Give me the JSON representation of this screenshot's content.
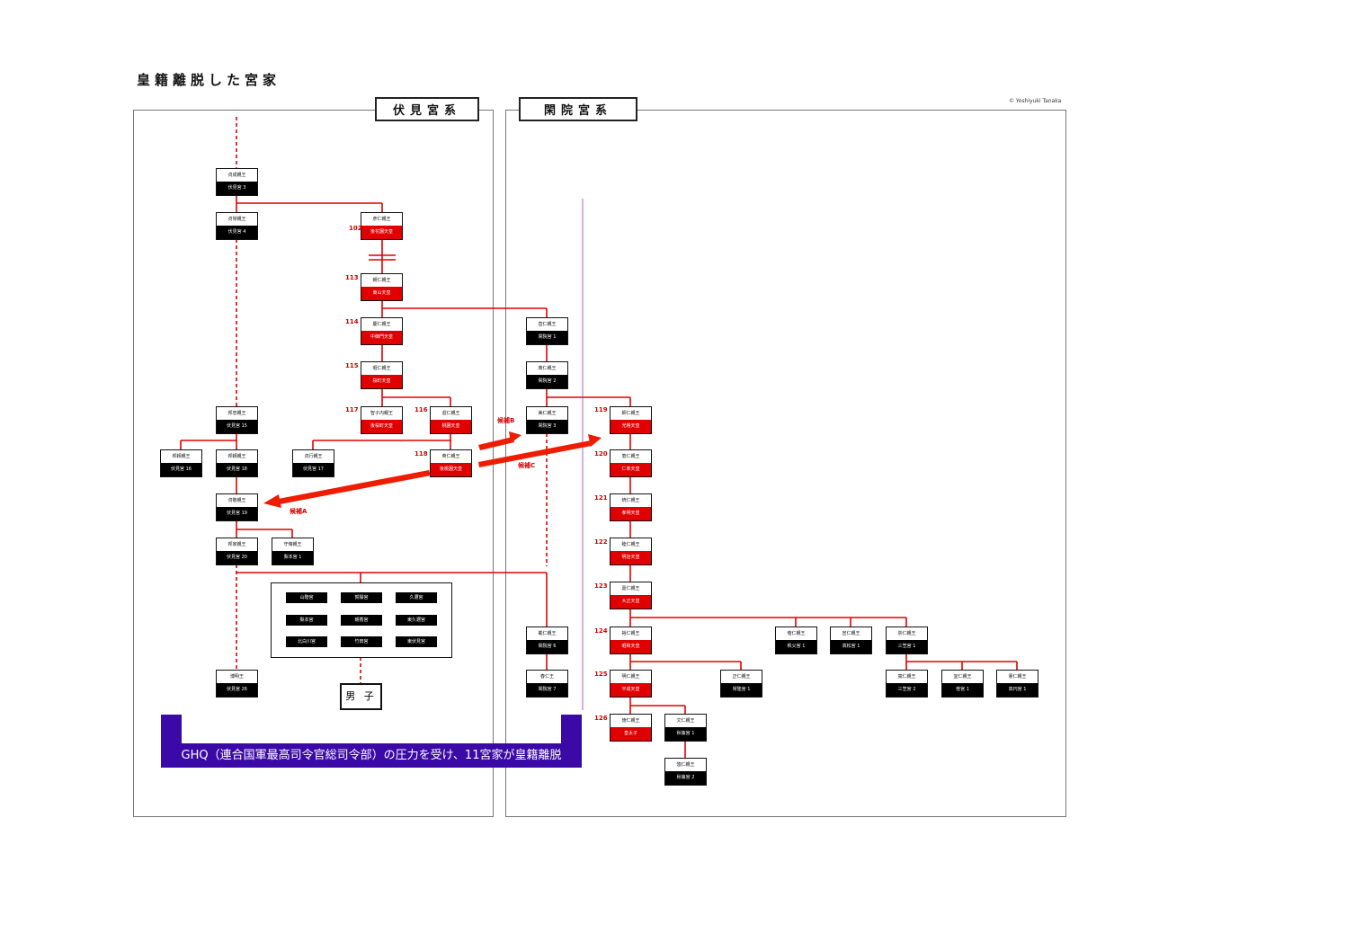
{
  "title": "皇籍離脱した宮家",
  "credit": "© Yoshiyuki Tanaka",
  "panels": {
    "fushimi": "伏見宮系",
    "kanin": "閑院宮系"
  },
  "colors": {
    "line": "#e00000",
    "house_bg": "#000000",
    "emperor_bg": "#e00000",
    "ghq": "#3b0aa6",
    "divider": "#9b3ab0"
  },
  "nodes": {
    "sadashige": {
      "name": "貞成親王",
      "house": "伏見宮 3"
    },
    "sadatsune": {
      "name": "貞常親王",
      "house": "伏見宮 4"
    },
    "hikohito": {
      "name": "彦仁親王",
      "house": "後花園天皇"
    },
    "tomohito": {
      "name": "朝仁親王",
      "house": "東山天皇"
    },
    "yasuhito": {
      "name": "慶仁親王",
      "house": "中御門天皇"
    },
    "teruhito": {
      "name": "昭仁親王",
      "house": "桜町天皇"
    },
    "toshiko": {
      "name": "智子内親王",
      "house": "後桜町天皇"
    },
    "tohito": {
      "name": "遐仁親王",
      "house": "桃園天皇"
    },
    "hidehito": {
      "name": "英仁親王",
      "house": "後桃園天皇"
    },
    "kunitada": {
      "name": "邦忠親王",
      "house": "伏見宮 15"
    },
    "sadamochi": {
      "name": "貞行親王",
      "house": "伏見宮 17"
    },
    "yorihito": {
      "name": "邦頼親王",
      "house": "伏見宮 16"
    },
    "kuniyori": {
      "name": "邦頼親王",
      "house": "伏見宮 18"
    },
    "sadayoshi": {
      "name": "貞敬親王",
      "house": "伏見宮 19"
    },
    "kuniie": {
      "name": "邦家親王",
      "house": "伏見宮 20"
    },
    "moriosa": {
      "name": "守脩親王",
      "house": "梨本宮 1"
    },
    "hiroaki": {
      "name": "博明王",
      "house": "伏見宮 26"
    },
    "naohito": {
      "name": "直仁親王",
      "house": "閑院宮 1"
    },
    "sukehito0": {
      "name": "典仁親王",
      "house": "閑院宮 2"
    },
    "haruhito": {
      "name": "美仁親王",
      "house": "閑院宮 3"
    },
    "kotohito": {
      "name": "載仁親王",
      "house": "閑院宮 6"
    },
    "haruhito2": {
      "name": "春仁王",
      "house": "閑院宮 7"
    },
    "morohito": {
      "name": "師仁親王",
      "house": "光格天皇"
    },
    "ayahito": {
      "name": "恵仁親王",
      "house": "仁孝天皇"
    },
    "osahito": {
      "name": "統仁親王",
      "house": "孝明天皇"
    },
    "mutsuhito": {
      "name": "睦仁親王",
      "house": "明治天皇"
    },
    "yoshihito": {
      "name": "嘉仁親王",
      "house": "大正天皇"
    },
    "hirohito": {
      "name": "裕仁親王",
      "house": "昭和天皇"
    },
    "akihito": {
      "name": "明仁親王",
      "house": "平成天皇"
    },
    "masahito": {
      "name": "正仁親王",
      "house": "常陸宮 1"
    },
    "naruhito": {
      "name": "徳仁親王",
      "house": "皇太子"
    },
    "fumihito": {
      "name": "文仁親王",
      "house": "秋篠宮 1"
    },
    "hisahito": {
      "name": "悠仁親王",
      "house": "秋篠宮 2"
    },
    "yasuhito_c": {
      "name": "雍仁親王",
      "house": "秩父宮 1"
    },
    "nobuhito": {
      "name": "宣仁親王",
      "house": "高松宮 1"
    },
    "takahito": {
      "name": "崇仁親王",
      "house": "三笠宮 1"
    },
    "tomohito_m": {
      "name": "寬仁親王",
      "house": "三笠宮 2"
    },
    "yoshihito_k": {
      "name": "宜仁親王",
      "house": "桂宮 1"
    },
    "norihito": {
      "name": "憲仁親王",
      "house": "高円宮 1"
    }
  },
  "numbers": {
    "n102": "102",
    "n113": "113",
    "n114": "114",
    "n115": "115",
    "n116": "116",
    "n117": "117",
    "n118": "118",
    "n119": "119",
    "n120": "120",
    "n121": "121",
    "n122": "122",
    "n123": "123",
    "n124": "124",
    "n125": "125",
    "n126": "126"
  },
  "houses": [
    "山階宮",
    "賀陽宮",
    "久邇宮",
    "梨本宮",
    "朝香宮",
    "東久邇宮",
    "北白川宮",
    "竹田宮",
    "東伏見宮"
  ],
  "male_label": "男 子",
  "candidates": {
    "a": "候補A",
    "b": "候補B",
    "c": "候補C"
  },
  "ghq_text": "GHQ（連合国軍最高司令官総司令部）の圧力を受け、11宮家が皇籍離脱"
}
